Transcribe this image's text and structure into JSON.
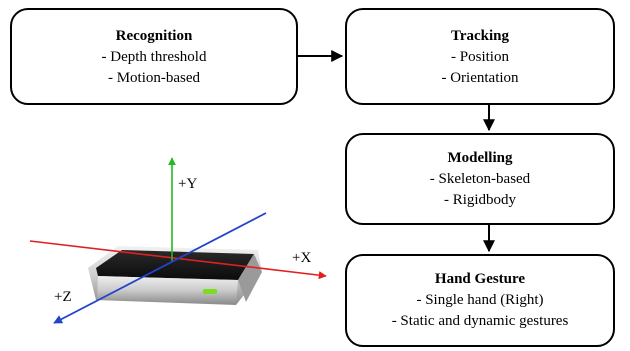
{
  "boxes": {
    "recognition": {
      "title": "Recognition",
      "items": [
        "- Depth threshold",
        "- Motion-based"
      ]
    },
    "tracking": {
      "title": "Tracking",
      "items": [
        "- Position",
        "- Orientation"
      ]
    },
    "modelling": {
      "title": "Modelling",
      "items": [
        "- Skeleton-based",
        "- Rigidbody"
      ]
    },
    "gesture": {
      "title": "Hand Gesture",
      "items": [
        "- Single hand (Right)",
        "- Static and dynamic gestures"
      ]
    }
  },
  "axes": {
    "x": {
      "label": "+X",
      "color": "#e02020"
    },
    "y": {
      "label": "+Y",
      "color": "#22bb22"
    },
    "z": {
      "label": "+Z",
      "color": "#2244cc"
    }
  },
  "device": {
    "icon": "leap-motion-controller-icon",
    "led_color": "#7ddc1f"
  },
  "colors": {
    "border": "#000000",
    "background": "#ffffff"
  }
}
